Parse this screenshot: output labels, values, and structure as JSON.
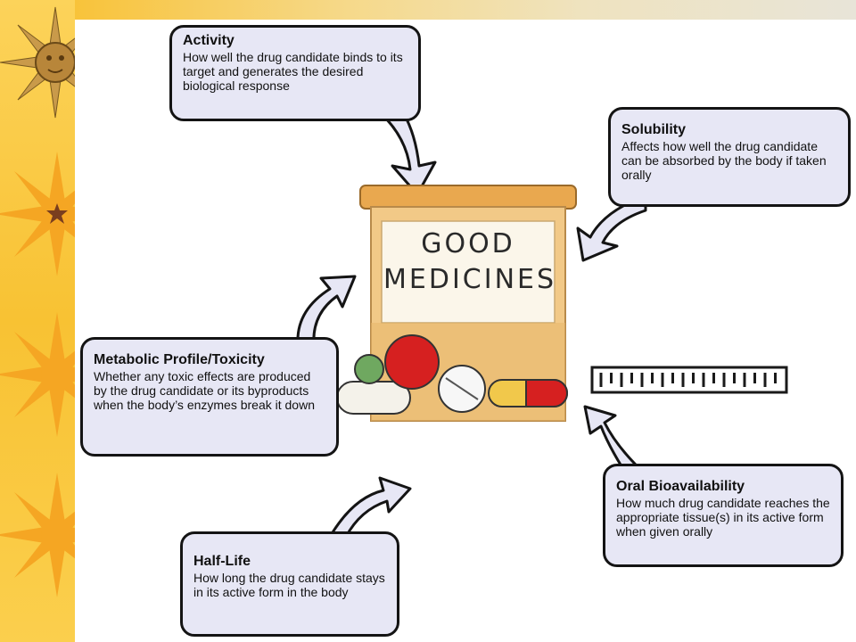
{
  "diagram": {
    "bottle_label_line1": "GOOD",
    "bottle_label_line2": "MEDICINES",
    "callouts": {
      "activity": {
        "title": "Activity",
        "description": "How well the drug candidate binds to its target and generates the desired biological response"
      },
      "solubility": {
        "title": "Solubility",
        "description": "Affects how well the drug candidate can be absorbed by the body if taken orally"
      },
      "metabolic": {
        "title": "Metabolic Profile/Toxicity",
        "description": "Whether any toxic effects are produced by the drug candidate or its byproducts when the body’s enzymes break it down"
      },
      "oral": {
        "title": "Oral Bioavailability",
        "description": "How much drug candidate reaches the appropriate tissue(s) in its active form when given orally"
      },
      "halflife": {
        "title": "Half-Life",
        "description": "How long the drug candidate stays in its active form in the body"
      }
    }
  },
  "colors": {
    "background": "#ffffff",
    "sidebar": "#f8c233",
    "callout_fill": "#e7e7f5",
    "outline": "#141414",
    "bottle": "#f2c987",
    "pill_red": "#d62020",
    "pill_yellow": "#f1c84b",
    "pill_green": "#6fa860"
  }
}
